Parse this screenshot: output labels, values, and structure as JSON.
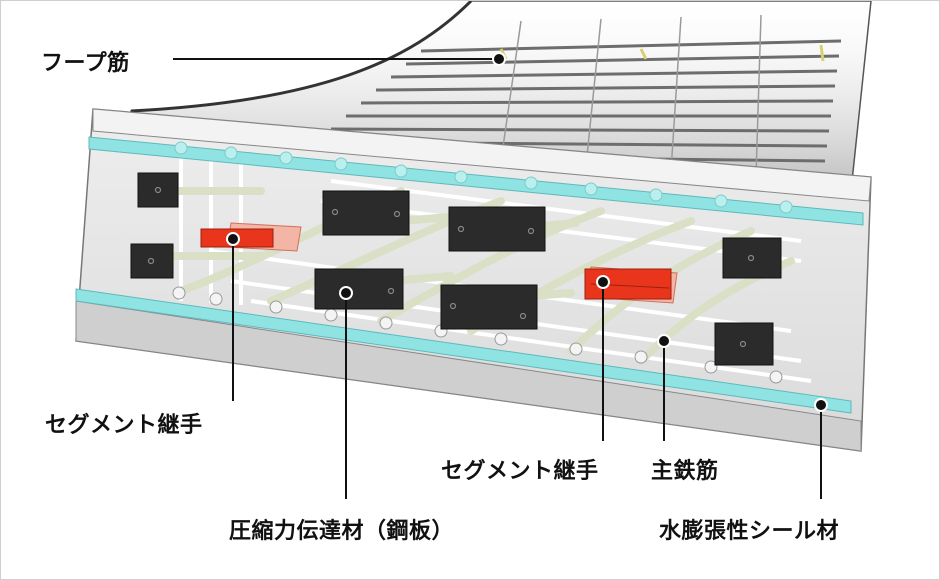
{
  "labels": {
    "hoop_bar": "フープ筋",
    "segment_joint_left": "セグメント継手",
    "segment_joint_right": "セグメント継手",
    "main_bar": "主鉄筋",
    "compression_plate": "圧縮力伝達材（鋼板）",
    "water_seal": "水膨張性シール材"
  },
  "colors": {
    "seal": "#8fe3e3",
    "steel_plate": "#2b2b2b",
    "joint": "#e8351c",
    "rebar": "#e4ead6",
    "concrete": "#e9e9e9",
    "leader": "#111111"
  }
}
